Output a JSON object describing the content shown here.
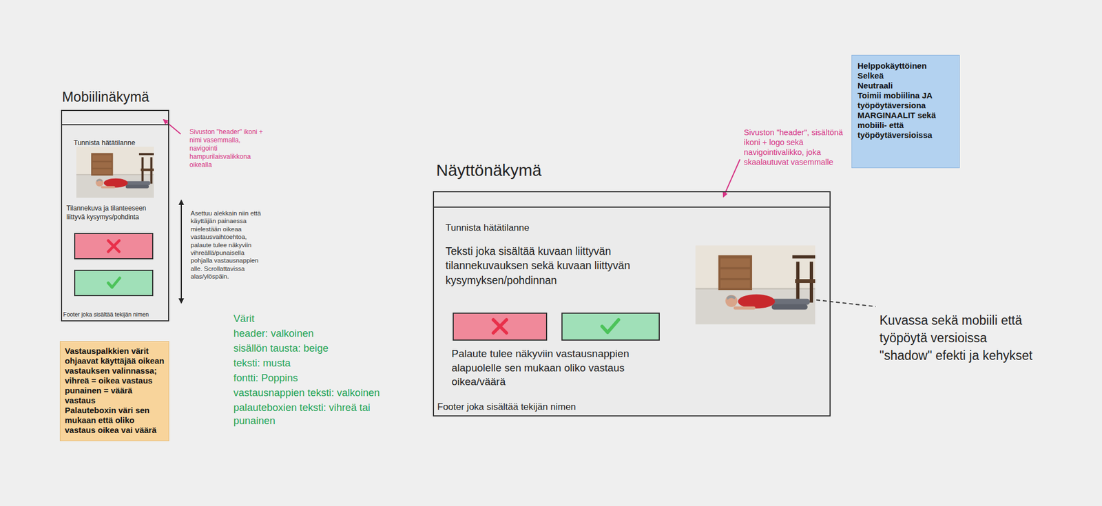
{
  "diagram": {
    "nodes": [
      {
        "text": [
          "Mobiilinäkymä",
          "Tunnista hätätilanne",
          "Tilannekuva ja tilanteeseen liittyvä kysymys/pohdinta",
          "Footer joka sisältää tekijän nimen"
        ]
      },
      {
        "text": [
          "Vastauspalkkien värit ohjaavat käyttäjää oikean vastauksen valinnassa;",
          "vihreä = oikea vastaus",
          "punainen = väärä vastaus",
          "Palauteboxin väri sen mukaan että oliko vastaus oikea vai väärä"
        ]
      },
      {
        "text": [
          "Näyttönäkymä",
          "Tunnista hätätilanne",
          "Teksti joka sisältää kuvaan liittyvän tilannekuvauksen sekä kuvaan liittyvän kysymyksen/pohdinnan",
          "Palaute tulee näkyviin vastausnappien alapuolelle sen mukaan oliko vastaus oikea/väärä",
          "Footer joka sisältää tekijän nimen"
        ]
      },
      {
        "text": [
          "Helppokäyttöinen",
          "Selkeä",
          "Neutraali",
          "Toimii mobiilina JA työpöytäversiona",
          "MARGINAALIT sekä mobiili- että työpöytäversioissa"
        ]
      }
    ],
    "labels": [
      "Sivuston \"header\" ikoni + nimi vasemmalla, navigointi hampurilaisvalikkona oikealla",
      "Asettuu alekkain niin että käyttäjän painaessa mielestään oikeaa vastausvaihtoehtoa, palaute tulee näkyviin vihreällä/punaisella pohjalla vastausnappien alle. Scrollattavissa alas/ylöspäin.",
      "Värit",
      "header: valkoinen",
      "sisällön tausta: beige",
      "teksti: musta",
      "fontti: Poppins",
      "vastausnappien teksti: valkoinen",
      "palauteboxien teksti: vihreä tai punainen",
      "Sivuston \"header\", sisältönä ikoni + logo sekä navigointivalikko, joka skaalautuvat vasemmalle",
      "Kuvassa sekä mobiili että työpöytä versioissa \"shadow\" efekti ja kehykset"
    ]
  }
}
